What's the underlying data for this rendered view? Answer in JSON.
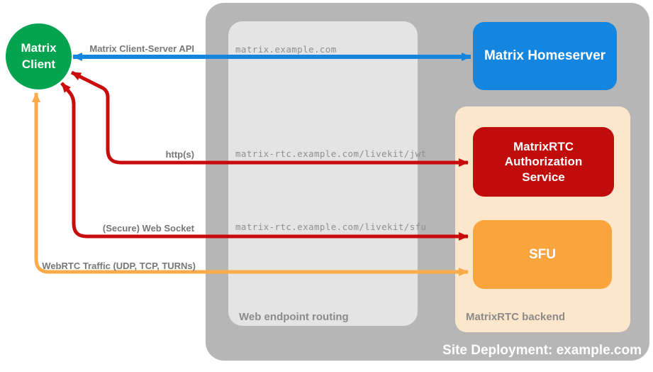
{
  "diagram": {
    "client": {
      "label": "Matrix Client"
    },
    "homeserver": {
      "label": "Matrix Homeserver"
    },
    "backend": {
      "label": "MatrixRTC backend",
      "auth_service": {
        "label": "MatrixRTC Authorization Service"
      },
      "sfu": {
        "label": "SFU"
      }
    },
    "routing": {
      "label": "Web endpoint routing",
      "endpoints": [
        "matrix.example.com",
        "matrix-rtc.example.com/livekit/jwt",
        "matrix-rtc.example.com/livekit/sfu"
      ]
    },
    "site": {
      "label": "Site Deployment: example.com"
    },
    "connections": [
      {
        "label": "Matrix Client-Server API",
        "color": "#1586e0",
        "from": "Matrix Client",
        "to": "Matrix Homeserver"
      },
      {
        "label": "http(s)",
        "color": "#c90b0b",
        "from": "Matrix Client",
        "to": "MatrixRTC Authorization Service"
      },
      {
        "label": "(Secure) Web Socket",
        "color": "#c90b0b",
        "from": "Matrix Client",
        "to": "SFU"
      },
      {
        "label": "WebRTC Traffic (UDP, TCP, TURNs)",
        "color": "#fbab49",
        "from": "Matrix Client",
        "to": "SFU"
      }
    ],
    "colors": {
      "client_green": "#04a34f",
      "homeserver_blue": "#1586e0",
      "auth_red": "#c10c0c",
      "sfu_orange": "#f9a43c",
      "backend_peach": "#fce6cc",
      "outer_gray": "#b6b6b6",
      "routing_gray": "#e4e4e4",
      "label_gray": "#8b8b8b"
    }
  }
}
